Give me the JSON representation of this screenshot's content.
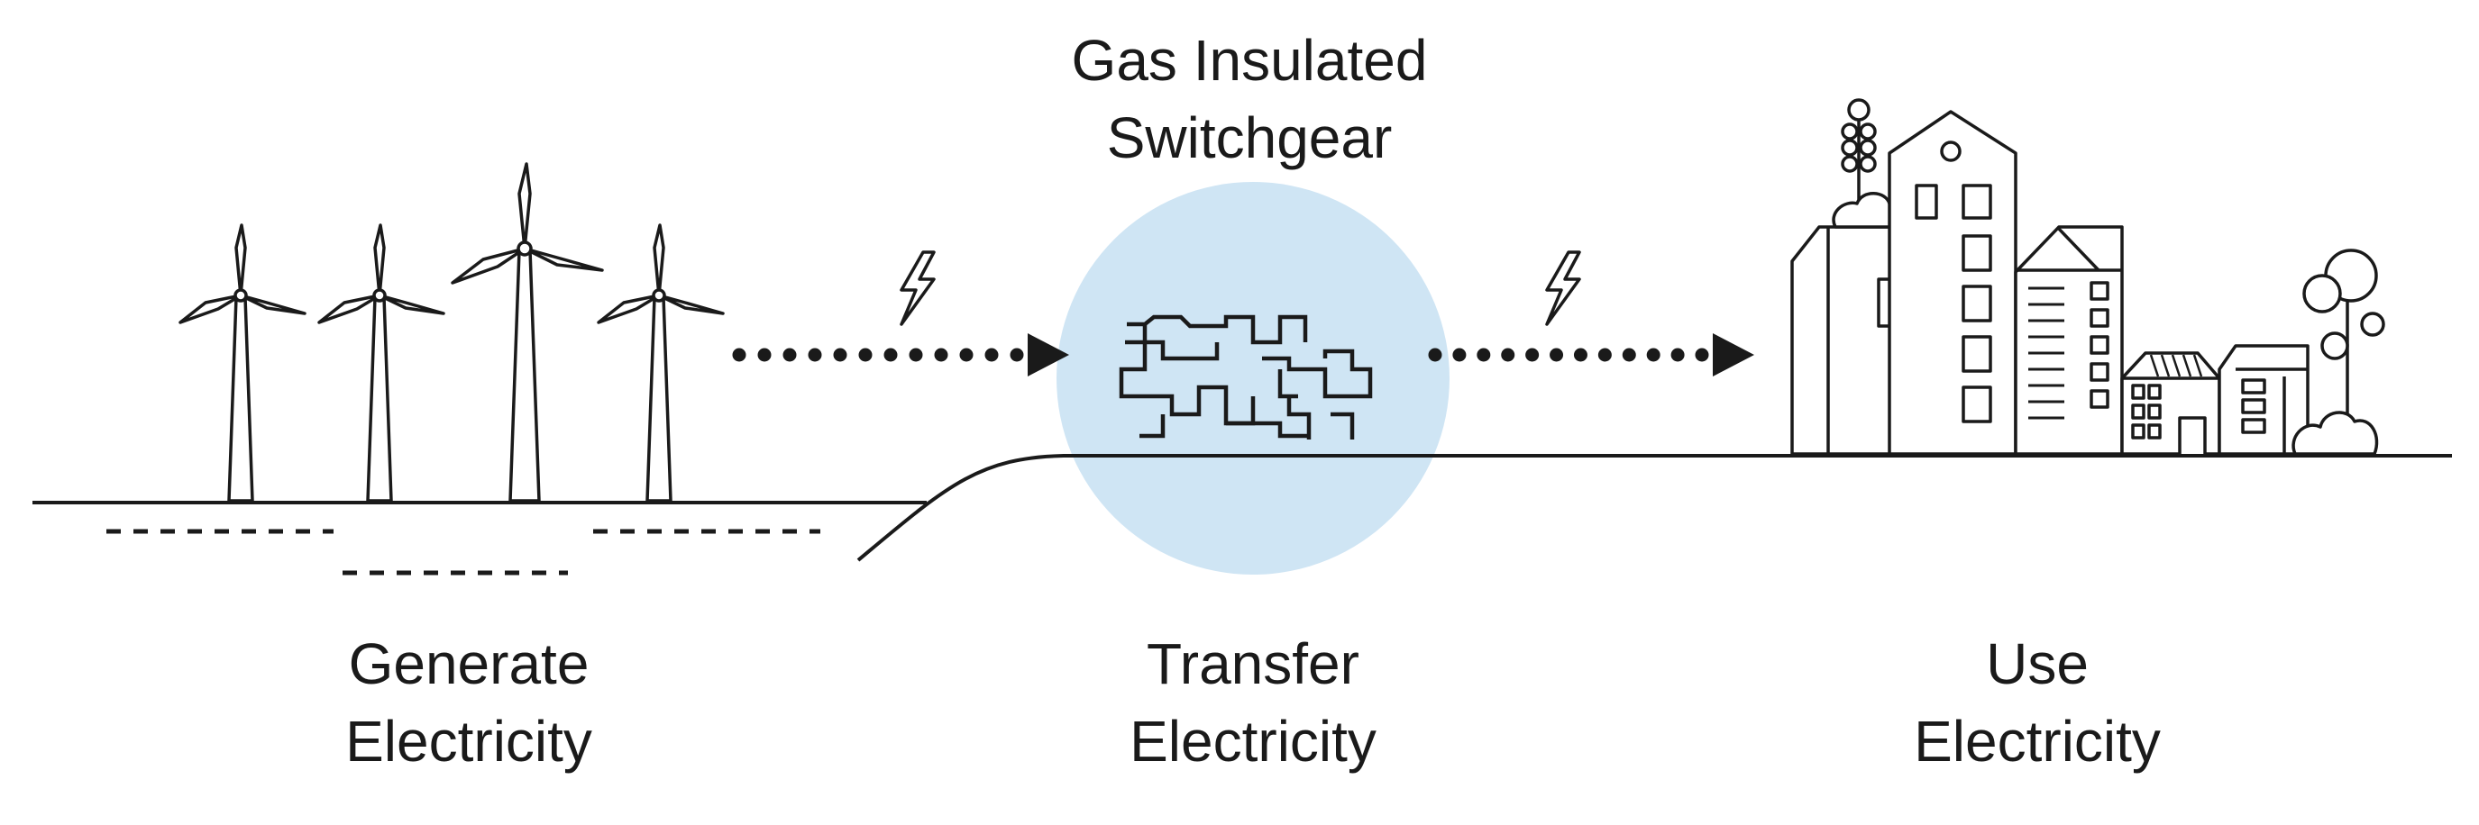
{
  "labels": {
    "top_line1": "Gas Insulated",
    "top_line2": "Switchgear",
    "generate_line1": "Generate",
    "generate_line2": "Electricity",
    "transfer_line1": "Transfer",
    "transfer_line2": "Electricity",
    "use_line1": "Use",
    "use_line2": "Electricity"
  },
  "colors": {
    "stroke": "#1a1a1a",
    "circle_fill": "#cfe5f4",
    "background": "#ffffff"
  },
  "icons": [
    "wind-turbine-icon",
    "lightning-bolt-icon",
    "arrow-right-icon",
    "switchgear-icon",
    "city-buildings-icon",
    "tree-icon"
  ]
}
